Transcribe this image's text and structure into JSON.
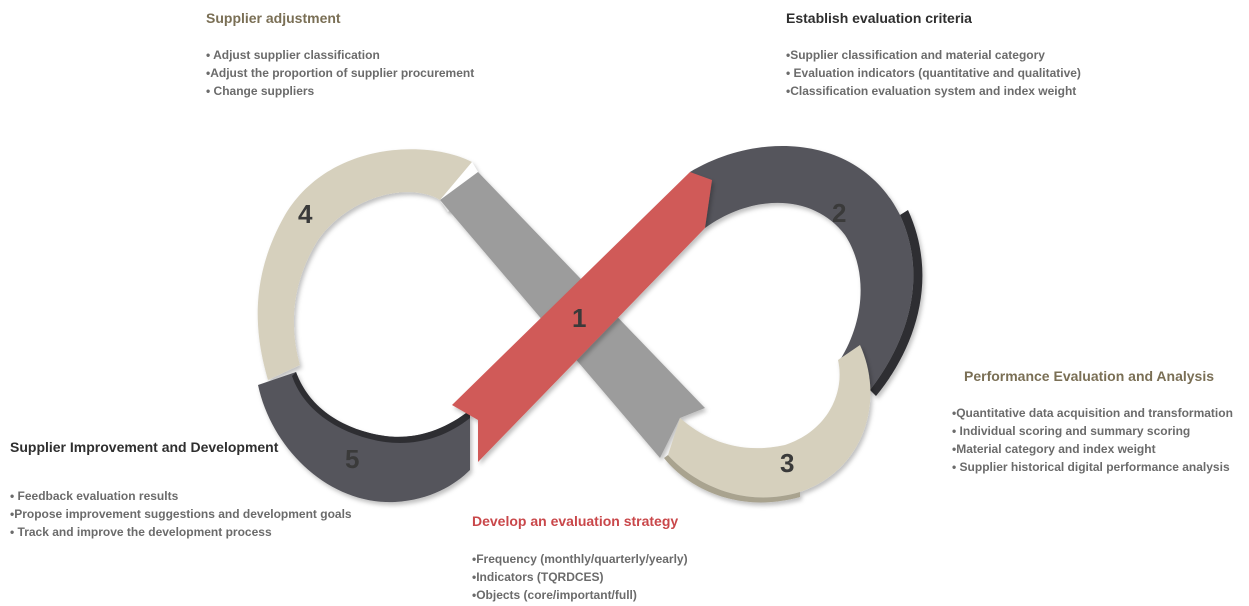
{
  "colors": {
    "segment_tan": "#d6d0bd",
    "segment_tan_dark": "#a9a38f",
    "segment_dark": "#55555c",
    "segment_dark_edge": "#2e2e33",
    "segment_gray": "#9c9c9c",
    "segment_red": "#d05a58",
    "title_red": "#c9474a",
    "title_tan": "#7a6f55",
    "title_dark": "#2f2f2f"
  },
  "steps": [
    {
      "number": "1"
    },
    {
      "number": "2"
    },
    {
      "number": "3"
    },
    {
      "number": "4"
    },
    {
      "number": "5"
    }
  ],
  "blocks": {
    "adjustment": {
      "title": "Supplier adjustment",
      "items": [
        "• Adjust supplier classification",
        "•Adjust the proportion of supplier procurement",
        "• Change suppliers"
      ]
    },
    "criteria": {
      "title": "Establish evaluation criteria",
      "items": [
        "•Supplier classification and material category",
        "• Evaluation indicators (quantitative and qualitative)",
        "•Classification evaluation system and index weight"
      ]
    },
    "performance": {
      "title": "Performance Evaluation and Analysis",
      "items": [
        "•Quantitative data acquisition and transformation",
        "• Individual scoring and summary scoring",
        "•Material category and index weight",
        "• Supplier historical digital performance analysis"
      ]
    },
    "improvement": {
      "title": "Supplier Improvement and Development",
      "items": [
        "• Feedback evaluation results",
        "•Propose improvement suggestions and development goals",
        "• Track and improve the development process"
      ]
    },
    "strategy": {
      "title": "Develop an evaluation strategy",
      "items": [
        "•Frequency (monthly/quarterly/yearly)",
        "•Indicators (TQRDCES)",
        "•Objects (core/important/full)"
      ]
    }
  }
}
